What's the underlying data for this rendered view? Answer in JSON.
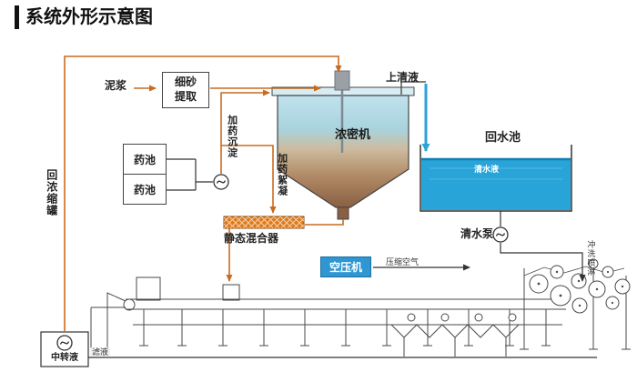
{
  "title": "系统外形示意图",
  "labels": {
    "mud": "泥浆",
    "fine_sand_extractor": "细砂提取",
    "supernatant": "上清液",
    "thickener": "浓密机",
    "dose_settling": "加药沉淀",
    "dose_flocculant": "加药絮凝",
    "chem_tank_top": "药池",
    "chem_tank_bottom": "药池",
    "static_mixer": "静态混合器",
    "return_to_thickener": "回浓缩罐",
    "return_water_pool": "回水池",
    "clear_water": "清水液",
    "clear_water_pump": "清水泵",
    "flush_spray": "冲洗喷淋",
    "air_compressor": "空压机",
    "compressed_air": "压缩空气",
    "transfer_liquid": "中转液",
    "filtrate": "滤液"
  },
  "colors": {
    "pipe_orange": "#c96a1e",
    "water_blue": "#29a4d8",
    "compressor_blue": "#2e96d2",
    "mixer_orange": "#e07b1a",
    "machine_line": "#4a4a4a"
  }
}
